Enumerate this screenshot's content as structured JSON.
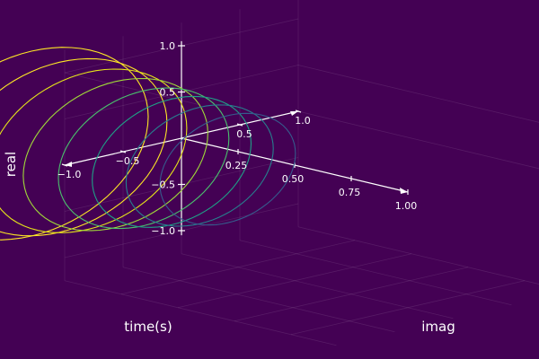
{
  "chart_data": {
    "type": "line",
    "projection": "3d",
    "title": "",
    "xlabel": "time(s)",
    "ylabel": "imag",
    "zlabel": "real",
    "xlim": [
      0,
      1
    ],
    "ylim": [
      -1,
      1
    ],
    "zlim": [
      -1,
      1
    ],
    "x_ticks": [
      "0.25",
      "0.50",
      "0.75",
      "1.00"
    ],
    "y_ticks": [
      "−1.0",
      "−0.5",
      "0.5",
      "1.0"
    ],
    "z_ticks": [
      "−1.0",
      "−0.5",
      "0.5",
      "1.0"
    ],
    "grid": true,
    "background": "#440154",
    "curve_description": "unit circles (real = cos, imag = sin) drawn at increasing times with shrinking radius",
    "series": [
      {
        "time": 0.0,
        "radius": 1.0,
        "color": "#fde725"
      },
      {
        "time": 0.125,
        "radius": 0.92,
        "color": "#fde725"
      },
      {
        "time": 0.25,
        "radius": 0.85,
        "color": "#e5e419"
      },
      {
        "time": 0.375,
        "radius": 0.79,
        "color": "#a0da39"
      },
      {
        "time": 0.5,
        "radius": 0.73,
        "color": "#4ac16d"
      },
      {
        "time": 0.625,
        "radius": 0.68,
        "color": "#1fa187"
      },
      {
        "time": 0.75,
        "radius": 0.63,
        "color": "#277f8e"
      },
      {
        "time": 0.875,
        "radius": 0.58,
        "color": "#365c8d"
      }
    ]
  }
}
